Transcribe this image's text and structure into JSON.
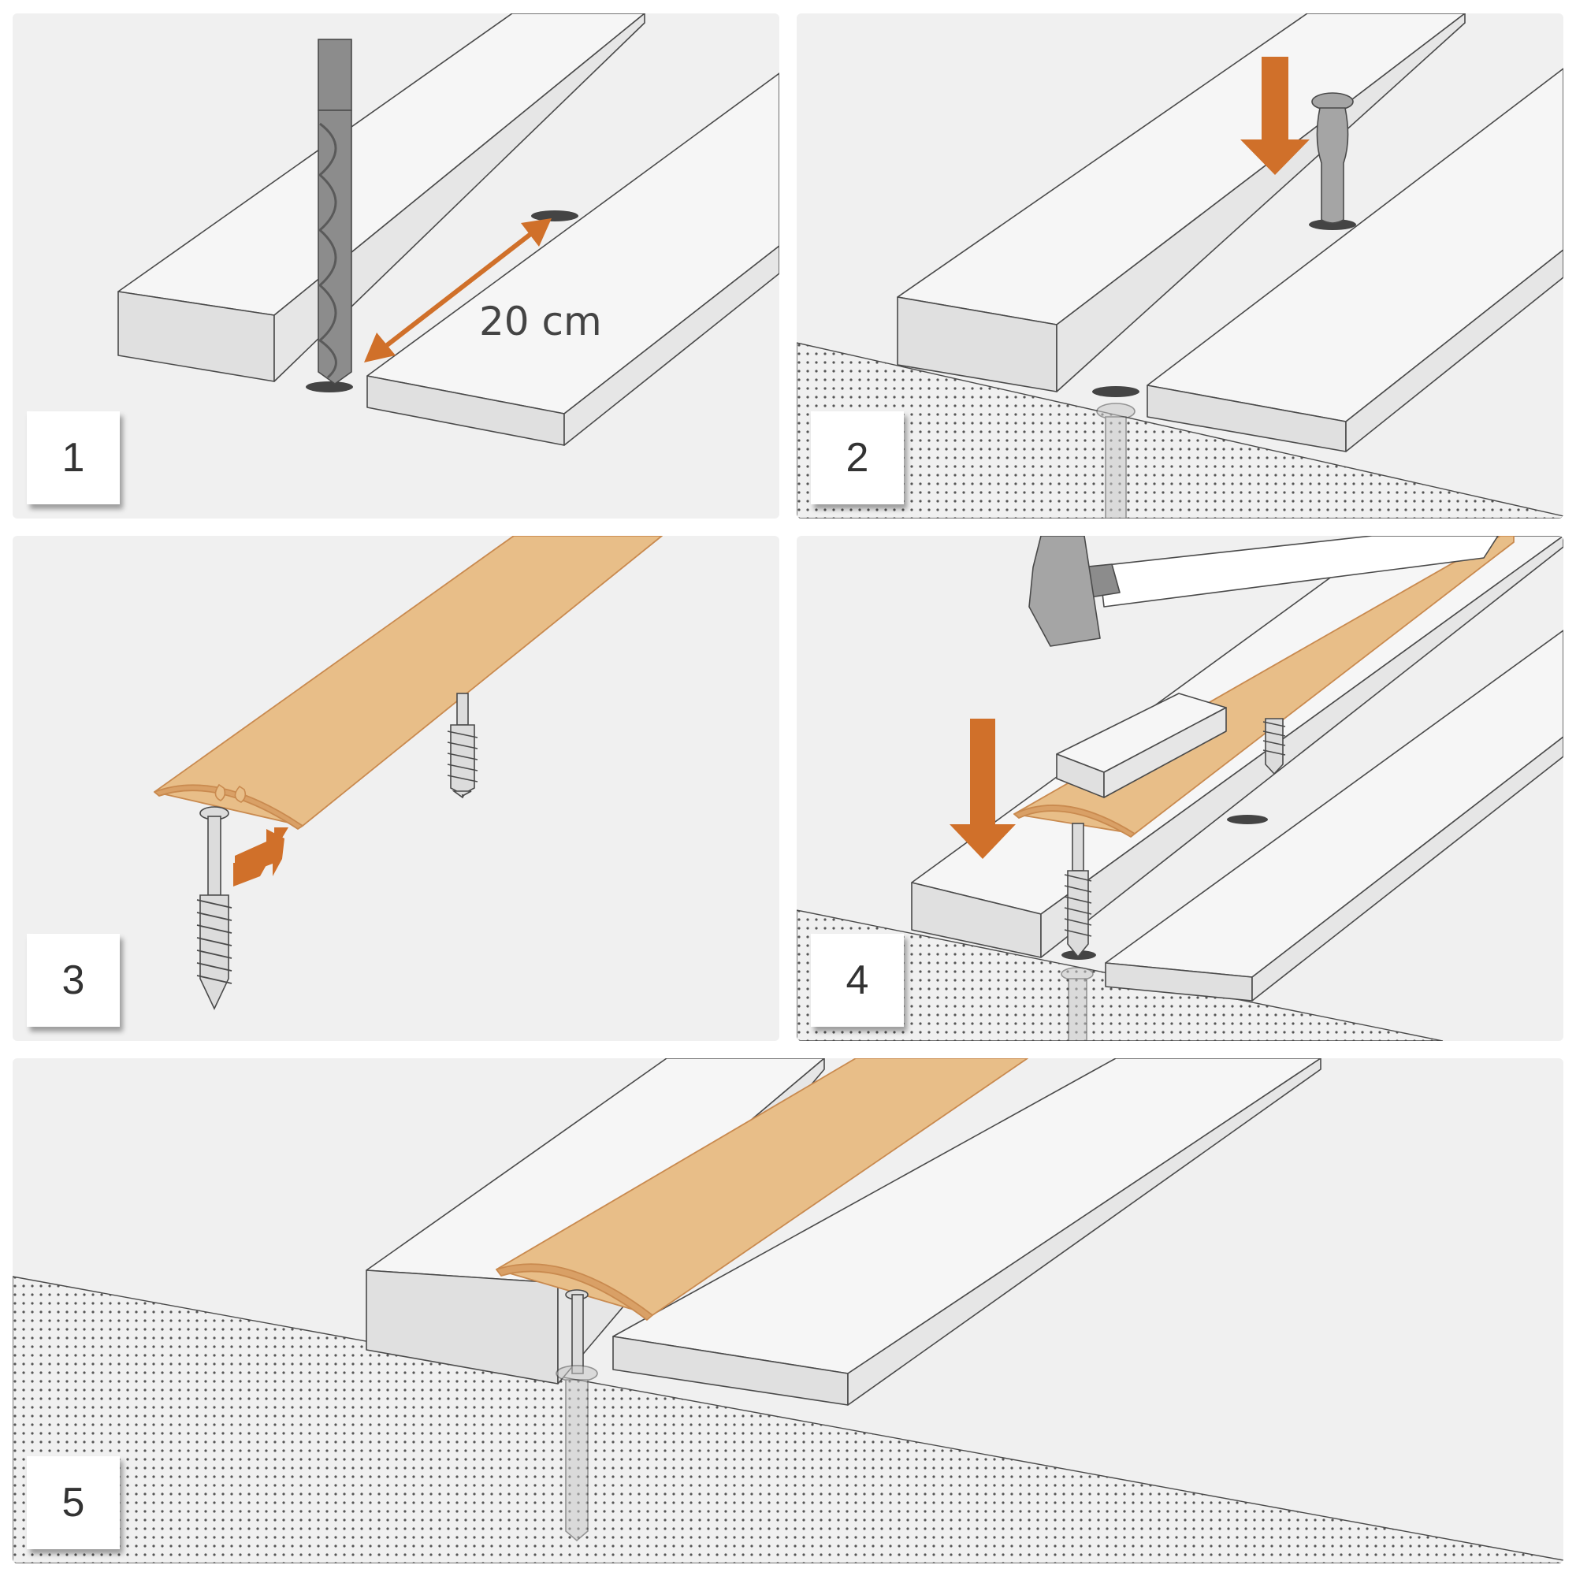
{
  "steps": [
    {
      "number": "1"
    },
    {
      "number": "2"
    },
    {
      "number": "3"
    },
    {
      "number": "4"
    },
    {
      "number": "5"
    }
  ],
  "dimension": {
    "label": "20 cm"
  },
  "colors": {
    "panel_bg": "#f0f0f0",
    "board_face": "#f6f6f6",
    "board_side": "#e0e0e0",
    "outline": "#4a4a4a",
    "arrow_accent": "#d0702a",
    "profile_fill": "#e8be88",
    "profile_edge": "#c98a4f",
    "screw_fill": "#dcdcdc",
    "drill_fill": "#8c8c8c",
    "anchor_fill": "#a5a5a5",
    "hole": "#444444",
    "subfloor_dots": "#555555"
  },
  "icons": [
    "drill-bit-icon",
    "wall-plug-icon",
    "screw-icon",
    "hammer-icon",
    "down-arrow-icon",
    "double-arrow-icon",
    "insert-arrow-icon"
  ]
}
